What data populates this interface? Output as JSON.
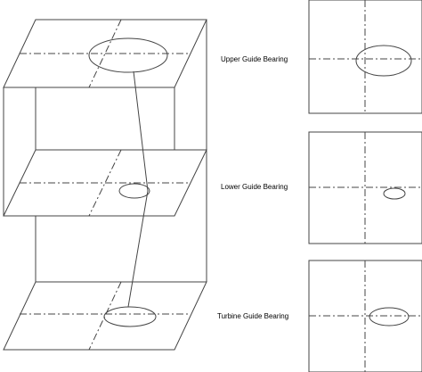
{
  "labels": {
    "upper": "Upper Guide Bearing",
    "lower": "Lower Guide Bearing",
    "turbine": "Turbine Guide Bearing"
  },
  "colors": {
    "stroke": "#444444",
    "background": "#ffffff"
  }
}
